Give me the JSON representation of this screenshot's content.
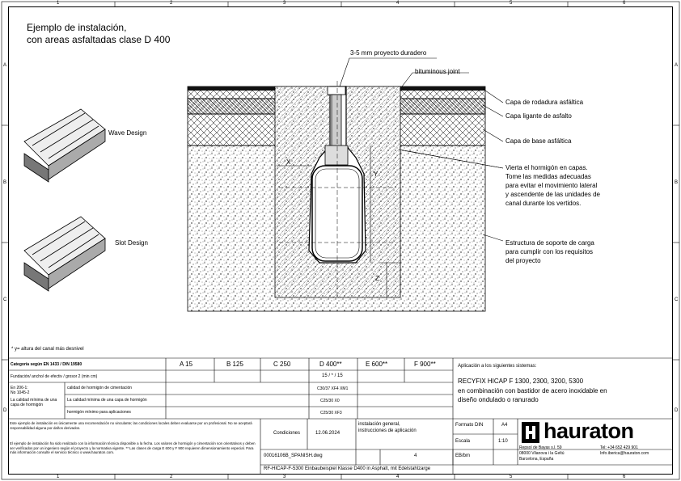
{
  "grid": {
    "cols": [
      "1",
      "2",
      "3",
      "4",
      "5",
      "6"
    ],
    "rows": [
      "A",
      "B",
      "C",
      "D"
    ]
  },
  "title": {
    "line1": "Ejemplo de instalación,",
    "line2": "con areas asfaltadas clase D 400"
  },
  "variants": {
    "wave": "Wave Design",
    "slot": "Slot Design"
  },
  "callouts": {
    "joint_top": "3-5 mm proyecto duradero",
    "bituminous": "bituminous joint",
    "rodadura": "Capa de rodadura asfáltica",
    "ligante": "Capa ligante de asfalto",
    "base": "Capa de base asfáltica",
    "concrete": [
      "Vierta el hormigón en capas.",
      "Tome las medidas adecuadas",
      "para evitar el movimiento lateral",
      "y ascendente de las unidades de",
      "canal durante los vertidos."
    ],
    "support": [
      "Estructura de soporte de carga",
      "para cumplir con los requisitos",
      "del proyecto"
    ]
  },
  "dims": {
    "x": "X",
    "y": "Y",
    "z": "Z"
  },
  "footnote": "* y= altura del canal más desnivel",
  "table": {
    "cat_label": "Categoría según EN 1433 / DIN 19580",
    "classes": [
      "A 15",
      "B 125",
      "C 250",
      "D 400**",
      "E 600**",
      "F 900**"
    ],
    "row_found": "Fundación/ ancho/ de efectiv / grosor 2 (min cm)",
    "row_found_value": "15 / * / 15",
    "row_a_label": "En 206-1:\nNo 1045-2",
    "row_a1": "calidad de hormigón de cimentación",
    "row_a1_value": "C30/37 XF4 XM1",
    "row_a2": "La calidad mínima de una capa de hormigón",
    "row_a2_value": "C25/30 X0",
    "row_a3": "hormigón mínimo para aplicaciones",
    "row_a3_value": "C25/30 XF3",
    "legal1": "Este ejemplo de instalación es únicamente una recomendación no vinculante; las condiciones locales deben evaluarse por un profesional. No se aceptará responsabilidad alguna por daños derivados.",
    "legal2": "El ejemplo de instalación ha sido realizado con la información técnica disponible a la fecha. Los valores de hormigón y cimentación son orientativos y deben ser verificados por un ingeniero según el proyecto y la normativa vigente. ** Las clases de carga E 600 y F 900 requieren dimensionamiento especial. Para más información consulte el servicio técnico o www.hauraton.com."
  },
  "application": {
    "label": "Aplicación a los siguientes sistemas:",
    "systems": "RECYFIX HICAP F 1300, 2300, 3200, 5300",
    "desc1": "en combinación con bastidor de acero inoxidable en",
    "desc2": "diseño ondulado o ranurado"
  },
  "titleblock": {
    "conditions": "Condiciones",
    "date": "12.06.2024",
    "install1": "instalación general,",
    "install2": "instrucciones de aplicación",
    "format_label": "Formato DIN",
    "format_value": "A4",
    "scale_label": "Escala",
    "scale_value": "1:10",
    "file": "00016106B_SPANISH.dwg",
    "sheet": "4",
    "user": "EB/bm",
    "drawing": "RF-HICAP-F-5300 Einbaubeispiel Klasse D400 in Asphalt, mit Edelstahlzarge",
    "brand": "hauraton",
    "address1": "Repsol de Bayas s.l. 59",
    "address2": "08000 Vilanova i la Geltú",
    "address3": "Barcelona, España",
    "phone": "Tel: +34 652 429 901",
    "email": "Info.iberica@hauraton.com"
  }
}
